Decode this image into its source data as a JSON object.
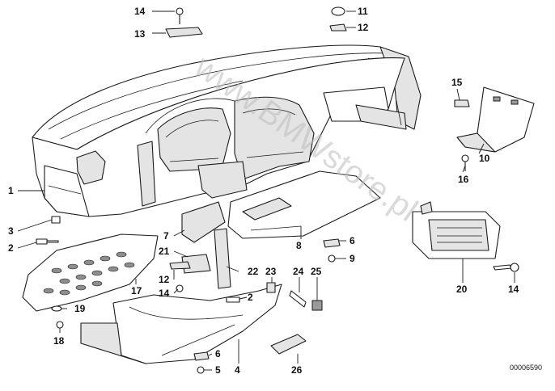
{
  "diagram": {
    "watermark": "www.BMWstore.pl",
    "reference_code": "00006590",
    "callouts": {
      "c1": "1",
      "c2a": "2",
      "c2b": "2",
      "c3": "3",
      "c4": "4",
      "c5": "5",
      "c6a": "6",
      "c6b": "6",
      "c7": "7",
      "c8": "8",
      "c9": "9",
      "c10": "10",
      "c11": "11",
      "c12a": "12",
      "c12b": "12",
      "c13": "13",
      "c14a": "14",
      "c14b": "14",
      "c14c": "14",
      "c15": "15",
      "c16": "16",
      "c17": "17",
      "c18": "18",
      "c19": "19",
      "c20": "20",
      "c21": "21",
      "c22": "22",
      "c23": "23",
      "c24": "24",
      "c25": "25",
      "c26": "26"
    }
  }
}
